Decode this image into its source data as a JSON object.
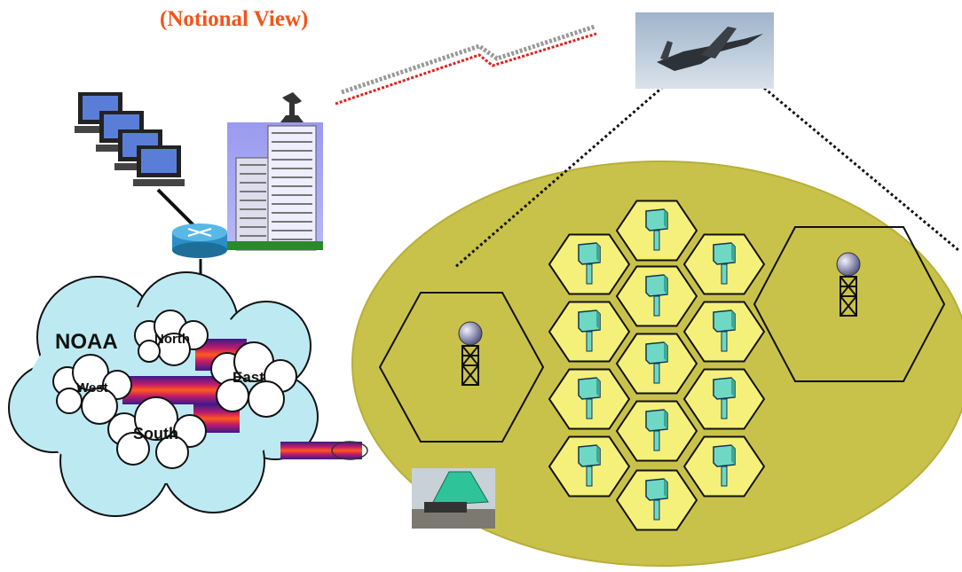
{
  "title": "(Notional View)",
  "cloud": {
    "main_label": "NOAA",
    "regions": [
      "North",
      "East",
      "West",
      "South"
    ]
  },
  "colors": {
    "title": "#f2541b",
    "field": "#c9c24a",
    "cloud": "#bdeaf2",
    "sensor": "#6fd8c4",
    "hex_inner": "#f4f07a",
    "link_red": "#e0201a"
  },
  "icons": [
    "computer-icon",
    "router-icon",
    "building-icon",
    "satellite-dish-icon",
    "aircraft-icon",
    "radar-tower-icon",
    "sensor-icon",
    "tent-vehicle-icon"
  ]
}
